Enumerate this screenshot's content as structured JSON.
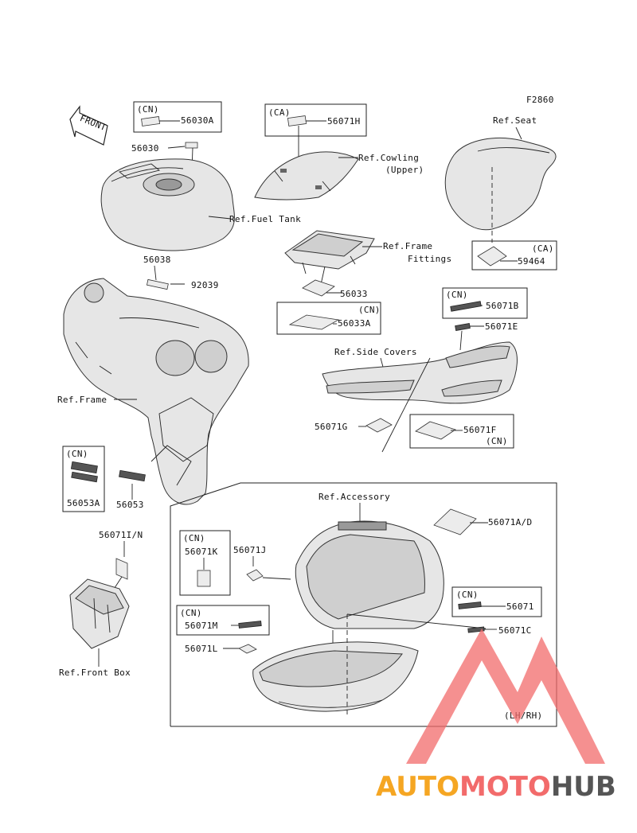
{
  "diagram": {
    "code": "F2860",
    "front_label": "FRONT",
    "watermark": {
      "part1": "AUTO",
      "part2": "MOTO",
      "part3": "HUB",
      "color1": "#f5a623",
      "color2": "#f26b6b",
      "color3": "#555555"
    },
    "labels": {
      "cn_30a": "(CN)",
      "p56030A": "56030A",
      "p56030": "56030",
      "ca_71h": "(CA)",
      "p56071H": "56071H",
      "ref_cowling": "Ref.Cowling",
      "upper": "(Upper)",
      "ref_seat": "Ref.Seat",
      "ref_fuel_tank": "Ref.Fuel Tank",
      "ref_frame_fittings": "Ref.Frame",
      "fittings": "Fittings",
      "ca_59464": "(CA)",
      "p59464": "59464",
      "p56038": "56038",
      "p92039": "92039",
      "p56033": "56033",
      "cn_33a": "(CN)",
      "p56033A": "56033A",
      "cn_71b": "(CN)",
      "p56071B": "56071B",
      "p56071E": "56071E",
      "ref_side_covers": "Ref.Side Covers",
      "ref_frame": "Ref.Frame",
      "p56071G": "56071G",
      "p56071F": "56071F",
      "cn_71f": "(CN)",
      "cn_53a": "(CN)",
      "p56053A": "56053A",
      "p56053": "56053",
      "ref_accessory": "Ref.Accessory",
      "p56071AD": "56071A/D",
      "p56071IN": "56071I/N",
      "cn_71k": "(CN)",
      "p56071K": "56071K",
      "p56071J": "56071J",
      "cn_71": "(CN)",
      "p56071": "56071",
      "cn_71m": "(CN)",
      "p56071M": "56071M",
      "p56071C": "56071C",
      "p56071L": "56071L",
      "ref_front_box": "Ref.Front Box",
      "lhrh": "(LH/RH)"
    }
  }
}
